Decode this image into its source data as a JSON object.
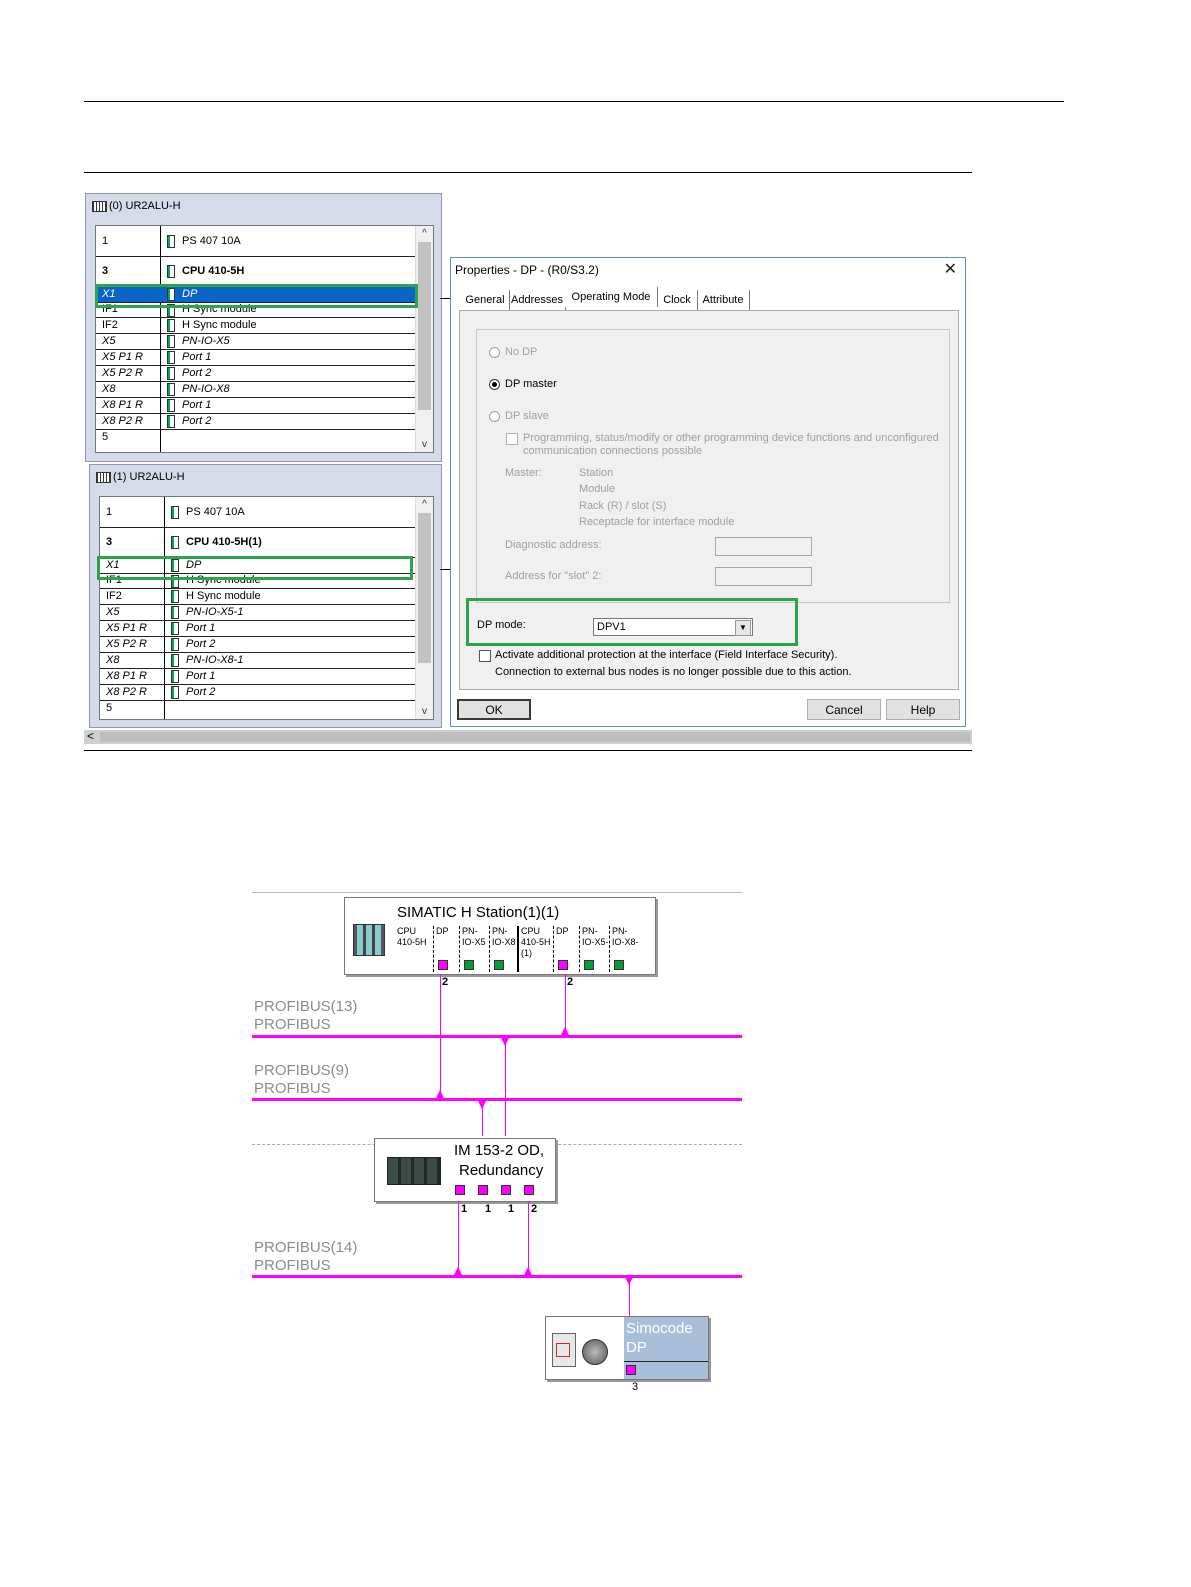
{
  "rack0": {
    "title": "(0) UR2ALU-H",
    "rows": [
      {
        "slot": "1",
        "module": "PS 407 10A"
      },
      {
        "slot": "3",
        "module": "CPU 410-5H"
      },
      {
        "slot": "X1",
        "module": "DP"
      },
      {
        "slot": "IF1",
        "module": "H Sync module"
      },
      {
        "slot": "IF2",
        "module": "H Sync module"
      },
      {
        "slot": "X5",
        "module": "PN-IO-X5"
      },
      {
        "slot": "X5 P1 R",
        "module": "Port 1"
      },
      {
        "slot": "X5 P2 R",
        "module": "Port 2"
      },
      {
        "slot": "X8",
        "module": "PN-IO-X8"
      },
      {
        "slot": "X8 P1 R",
        "module": "Port 1"
      },
      {
        "slot": "X8 P2 R",
        "module": "Port 2"
      },
      {
        "slot": "5",
        "module": ""
      }
    ]
  },
  "rack1": {
    "title": "(1) UR2ALU-H",
    "rows": [
      {
        "slot": "1",
        "module": "PS 407 10A"
      },
      {
        "slot": "3",
        "module": "CPU 410-5H(1)"
      },
      {
        "slot": "X1",
        "module": "DP"
      },
      {
        "slot": "IF1",
        "module": "H Sync module"
      },
      {
        "slot": "IF2",
        "module": "H Sync module"
      },
      {
        "slot": "X5",
        "module": "PN-IO-X5-1"
      },
      {
        "slot": "X5 P1 R",
        "module": "Port 1"
      },
      {
        "slot": "X5 P2 R",
        "module": "Port 2"
      },
      {
        "slot": "X8",
        "module": "PN-IO-X8-1"
      },
      {
        "slot": "X8 P1 R",
        "module": "Port 1"
      },
      {
        "slot": "X8 P2 R",
        "module": "Port 2"
      },
      {
        "slot": "5",
        "module": ""
      }
    ]
  },
  "dialog": {
    "title": "Properties - DP - (R0/S3.2)",
    "close": "✕",
    "tabs": [
      "General",
      "Addresses",
      "Operating Mode",
      "Clock",
      "Attribute"
    ],
    "active_tab": "Operating Mode",
    "no_dp": "No DP",
    "dp_master": "DP master",
    "dp_slave": "DP slave",
    "programming_line1": "Programming, status/modify or other programming device functions and unconfigured",
    "programming_line2": "communication connections possible",
    "master_label": "Master:",
    "master_station": "Station",
    "master_module": "Module",
    "master_rack": "Rack (R) / slot (S)",
    "master_receptacle": "Receptacle for interface module",
    "diag_address": "Diagnostic address:",
    "address_slot2": "Address for \"slot\" 2:",
    "dp_mode_label": "DP mode:",
    "dp_mode_value": "DPV1",
    "activate_line": "Activate additional protection at the interface (Field Interface Security).",
    "connection_line": "Connection to external bus nodes is no longer possible due to this action.",
    "ok": "OK",
    "cancel": "Cancel",
    "help": "Help"
  },
  "scroll_left": "<",
  "network": {
    "station_title": "SIMATIC H Station(1)(1)",
    "station_cols": [
      {
        "l1": "CPU",
        "l2": "410-5H",
        "l3": ""
      },
      {
        "l1": "DP",
        "l2": "",
        "l3": ""
      },
      {
        "l1": "PN-",
        "l2": "IO-X5",
        "l3": ""
      },
      {
        "l1": "PN-",
        "l2": "IO-X8",
        "l3": ""
      },
      {
        "l1": "CPU",
        "l2": "410-5H",
        "l3": "(1)"
      },
      {
        "l1": "DP",
        "l2": "",
        "l3": ""
      },
      {
        "l1": "PN-",
        "l2": "IO-X5-",
        "l3": ""
      },
      {
        "l1": "PN-",
        "l2": "IO-X8-",
        "l3": ""
      }
    ],
    "station_port_a": "2",
    "station_port_b": "2",
    "bus13_name": "PROFIBUS(13)",
    "bus13_type": "PROFIBUS",
    "bus9_name": "PROFIBUS(9)",
    "bus9_type": "PROFIBUS",
    "im_line1": "IM 153-2 OD,",
    "im_line2": "Redundancy",
    "im_ports": [
      "1",
      "1",
      "1",
      "2"
    ],
    "bus14_name": "PROFIBUS(14)",
    "bus14_type": "PROFIBUS",
    "simocode_line1": "Simocode",
    "simocode_line2": "DP",
    "simocode_port": "3",
    "colors": {
      "bus": "#ff00ff",
      "highlight": "#2fa34a",
      "selection": "#0a64c8"
    }
  }
}
